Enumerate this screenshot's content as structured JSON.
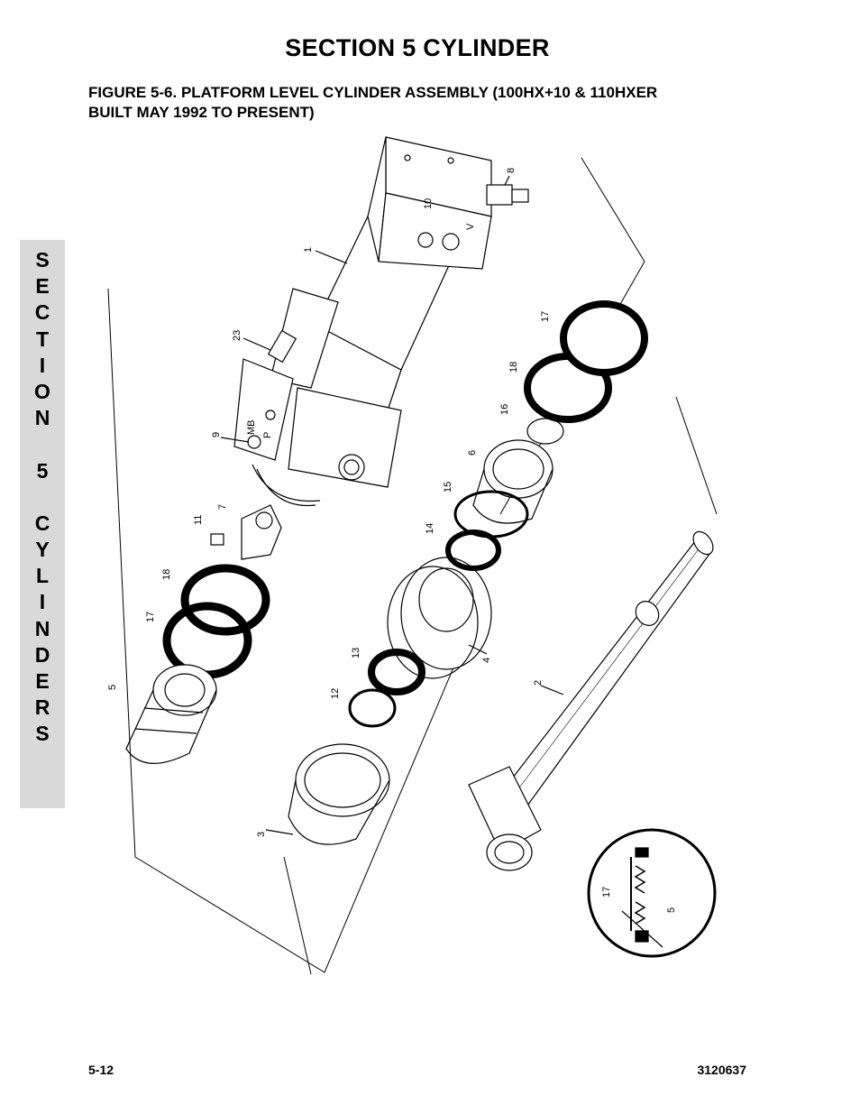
{
  "section_title": "SECTION 5  CYLINDER",
  "figure_caption_line1": "FIGURE 5-6.    PLATFORM LEVEL CYLINDER ASSEMBLY (100HX+10 & 110HXER",
  "figure_caption_line2": "BUILT MAY 1992 TO PRESENT)",
  "side_tab": {
    "letters": [
      "S",
      "E",
      "C",
      "T",
      "I",
      "O",
      "N",
      "",
      "5",
      "",
      "C",
      "Y",
      "L",
      "I",
      "N",
      "D",
      "E",
      "R",
      "S"
    ]
  },
  "diagram": {
    "callouts": [
      "1",
      "2",
      "3",
      "4",
      "5",
      "6",
      "7",
      "8",
      "9",
      "10",
      "11",
      "12",
      "13",
      "14",
      "15",
      "16",
      "17",
      "18",
      "23",
      "17",
      "18",
      "17",
      "5"
    ],
    "small_marks": [
      "MB",
      "P",
      "V"
    ]
  },
  "footer": {
    "page_number": "5-12",
    "doc_number": "3120637"
  }
}
